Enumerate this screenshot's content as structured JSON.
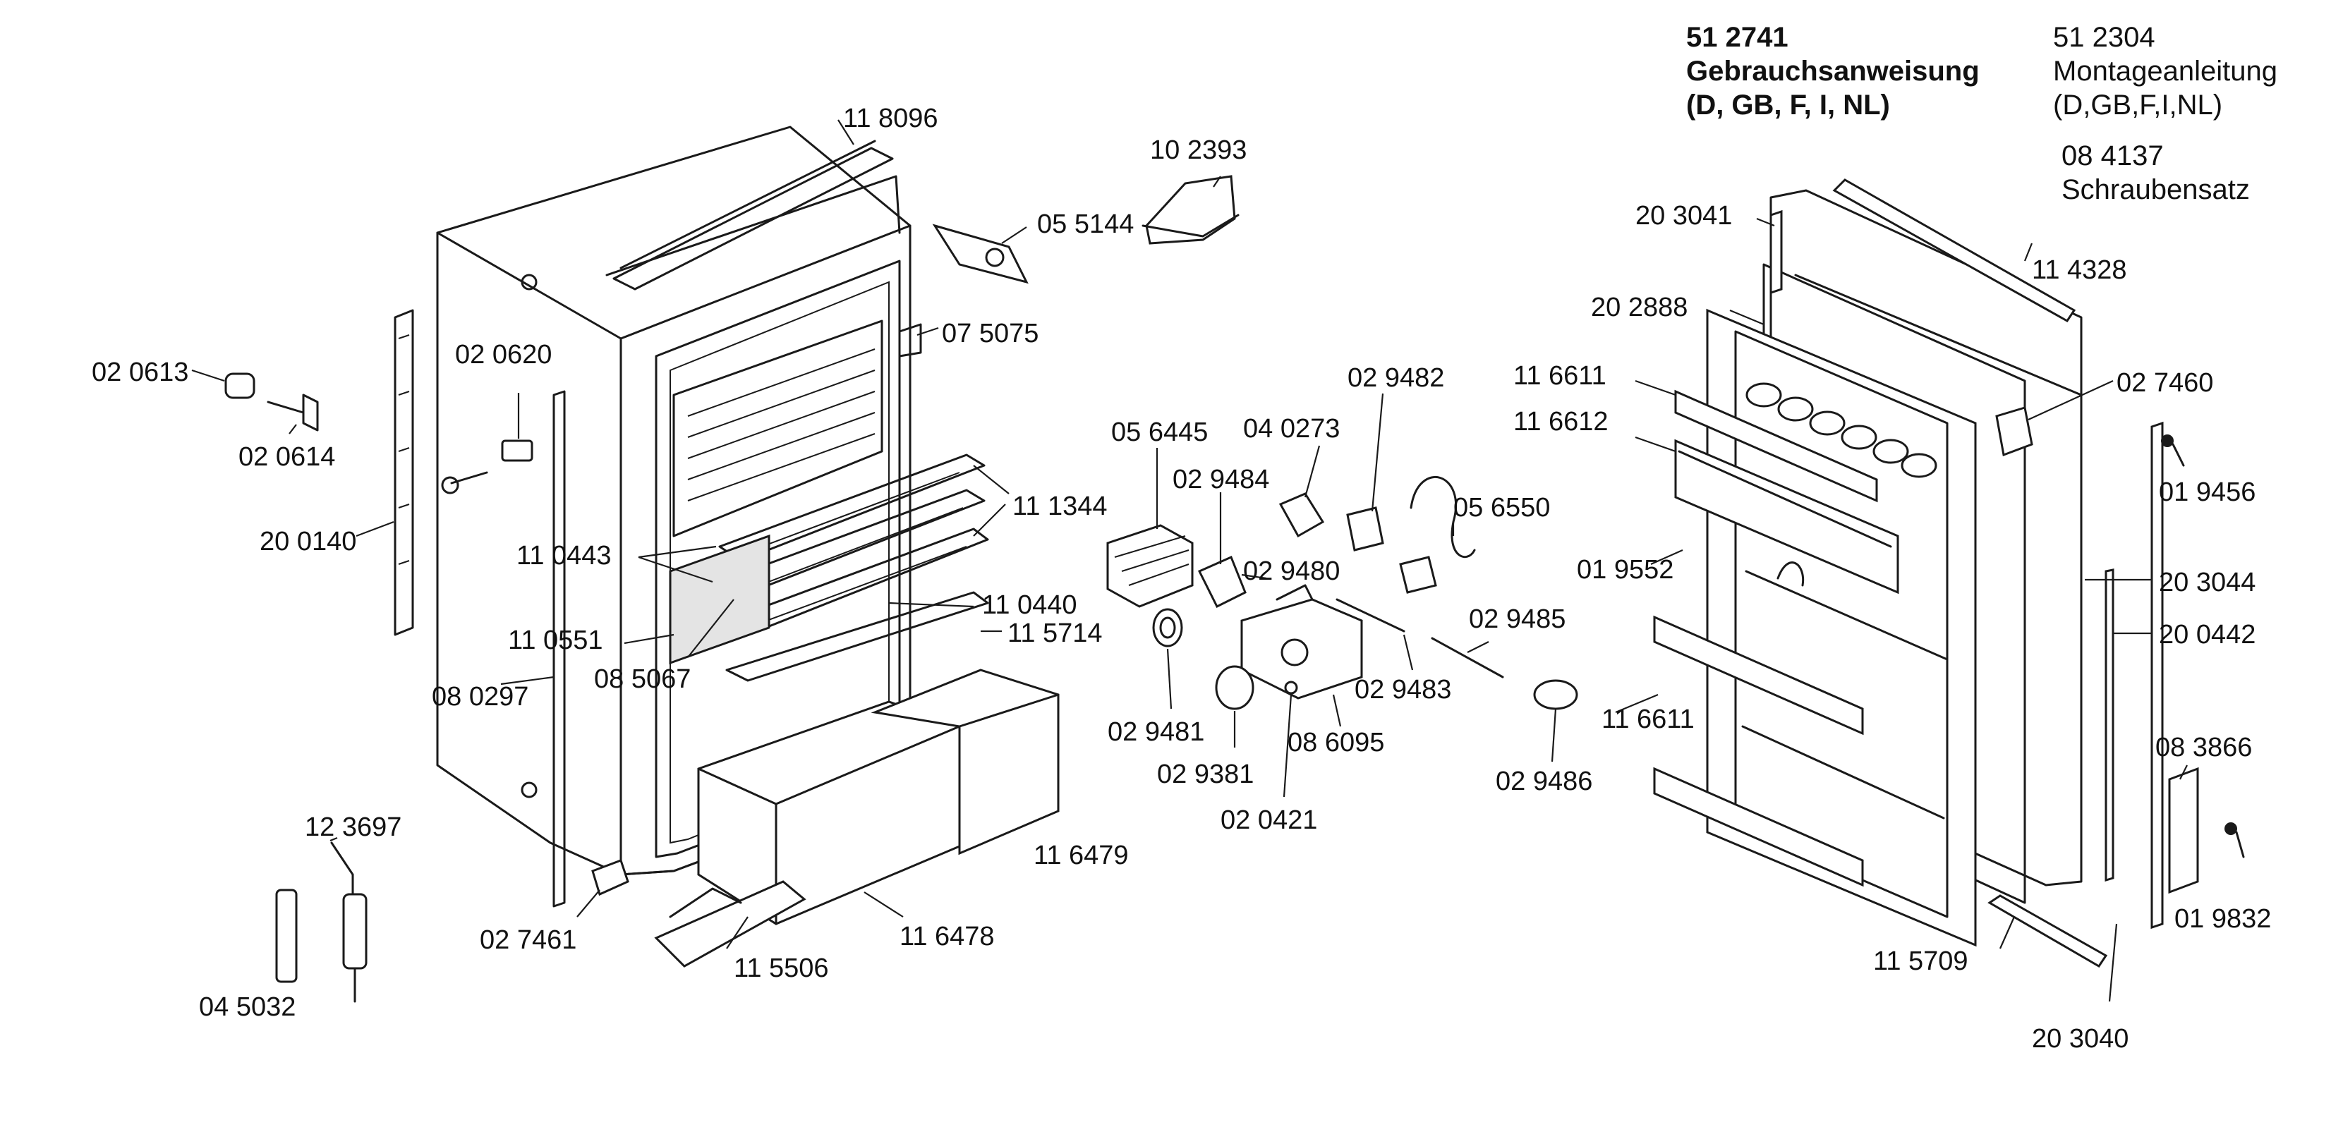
{
  "header": {
    "manual_code": "51 2741",
    "manual_title": "Gebrauchsanweisung",
    "manual_languages": "(D, GB, F, I, NL)",
    "install_code": "51 2304",
    "install_title": "Montageanleitung",
    "install_languages": "(D,GB,F,I,NL)",
    "screw_code": "08 4137",
    "screw_title": "Schraubensatz"
  },
  "parts": {
    "p118096": "11 8096",
    "p102393": "10 2393",
    "p055144": "05 5144",
    "p075075": "07 5075",
    "p020613": "02 0613",
    "p020620": "02 0620",
    "p020614": "02 0614",
    "p200140": "20 0140",
    "p110443": "11 0443",
    "p110551": "11 0551",
    "p085067": "08 5067",
    "p111344": "11 1344",
    "p110440": "11 0440",
    "p115714": "11 5714",
    "p080297": "08 0297",
    "p123697": "12 3697",
    "p027461": "02 7461",
    "p045032": "04 5032",
    "p115506": "11 5506",
    "p116478": "11 6478",
    "p116479": "11 6479",
    "p056445": "05 6445",
    "p029484": "02 9484",
    "p040273": "04 0273",
    "p029482": "02 9482",
    "p056550": "05 6550",
    "p029480": "02 9480",
    "p029481": "02 9481",
    "p029381": "02 9381",
    "p020421": "02 0421",
    "p086095": "08 6095",
    "p029483": "02 9483",
    "p029485": "02 9485",
    "p029486": "02 9486",
    "p203041": "20 3041",
    "p202888": "20 2888",
    "p116611a": "11 6611",
    "p116612": "11 6612",
    "p019552": "01 9552",
    "p116611b": "11 6611",
    "p114328": "11 4328",
    "p027460": "02 7460",
    "p019456": "01 9456",
    "p203044": "20 3044",
    "p200442": "20 0442",
    "p083866": "08 3866",
    "p019832": "01 9832",
    "p115709": "11 5709",
    "p203040": "20 3040"
  }
}
